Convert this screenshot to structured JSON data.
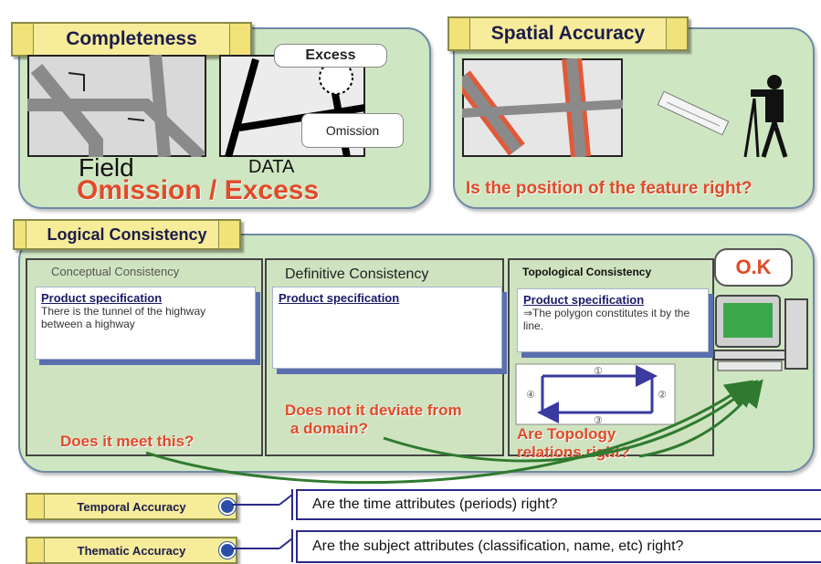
{
  "completeness": {
    "title": "Completeness",
    "field_label": "Field",
    "data_label": "DATA",
    "excess_label": "Excess",
    "omission_label": "Omission",
    "caption": "Omission / Excess"
  },
  "spatial": {
    "title": "Spatial Accuracy",
    "question": "Is the position of the feature right?"
  },
  "logical": {
    "title": "Logical Consistency",
    "conceptual": {
      "heading": "Conceptual Consistency",
      "spec": "Product specification",
      "text": "There is the tunnel of the highway between a highway",
      "question": "Does it meet this?"
    },
    "definitive": {
      "heading": "Definitive Consistency",
      "spec": "Product specification",
      "question_line1": "Does not it deviate from",
      "question_line2": "a domain?"
    },
    "topological": {
      "heading": "Topological Consistency",
      "spec": "Product specification",
      "text": "⇒The polygon constitutes it by the line.",
      "n1": "①",
      "n2": "②",
      "n3": "③",
      "n4": "④",
      "question_line1": "Are Topology",
      "question_line2": "relations right?"
    },
    "ok_label": "O.K"
  },
  "temporal": {
    "label": "Temporal Accuracy",
    "question": "Are the time attributes (periods) right?"
  },
  "thematic": {
    "label": "Thematic Accuracy",
    "question": "Are the subject attributes (classification, name, etc) right?"
  },
  "colors": {
    "panel_green": "#cfe6c2",
    "tab_yellow": "#f6ec9a",
    "accent_red": "#e24a2a",
    "arrow_green": "#2f7a2f",
    "navy": "#2a2a8a"
  }
}
